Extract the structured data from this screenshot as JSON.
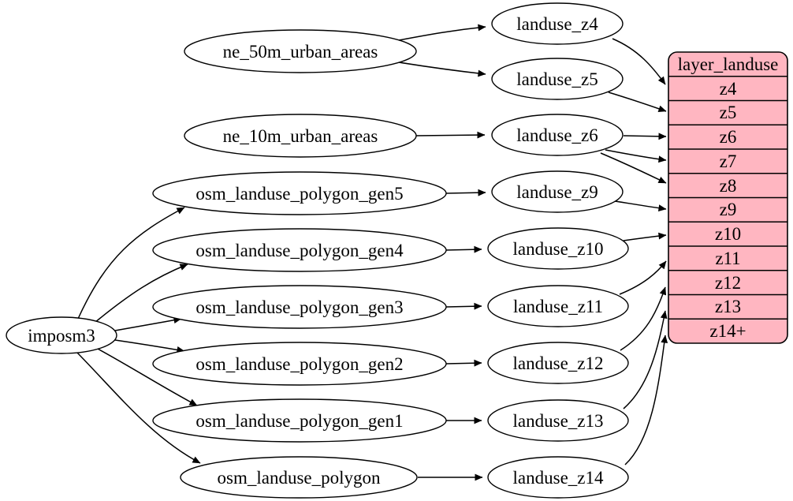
{
  "diagram": {
    "type": "graphviz-dependency-graph",
    "background_color": "#ffffff",
    "node_fill": "#ffffff",
    "node_stroke": "#000000",
    "record_fill": "#ffb6c1",
    "edge_color": "#000000",
    "text_color": "#000000"
  },
  "nodes": {
    "imposm3": {
      "label": "imposm3"
    },
    "ne_50m_urban_areas": {
      "label": "ne_50m_urban_areas"
    },
    "ne_10m_urban_areas": {
      "label": "ne_10m_urban_areas"
    },
    "osm_landuse_polygon_gen5": {
      "label": "osm_landuse_polygon_gen5"
    },
    "osm_landuse_polygon_gen4": {
      "label": "osm_landuse_polygon_gen4"
    },
    "osm_landuse_polygon_gen3": {
      "label": "osm_landuse_polygon_gen3"
    },
    "osm_landuse_polygon_gen2": {
      "label": "osm_landuse_polygon_gen2"
    },
    "osm_landuse_polygon_gen1": {
      "label": "osm_landuse_polygon_gen1"
    },
    "osm_landuse_polygon": {
      "label": "osm_landuse_polygon"
    },
    "landuse_z4": {
      "label": "landuse_z4"
    },
    "landuse_z5": {
      "label": "landuse_z5"
    },
    "landuse_z6": {
      "label": "landuse_z6"
    },
    "landuse_z9": {
      "label": "landuse_z9"
    },
    "landuse_z10": {
      "label": "landuse_z10"
    },
    "landuse_z11": {
      "label": "landuse_z11"
    },
    "landuse_z12": {
      "label": "landuse_z12"
    },
    "landuse_z13": {
      "label": "landuse_z13"
    },
    "landuse_z14": {
      "label": "landuse_z14"
    }
  },
  "record": {
    "title": "layer_landuse",
    "rows": [
      "z4",
      "z5",
      "z6",
      "z7",
      "z8",
      "z9",
      "z10",
      "z11",
      "z12",
      "z13",
      "z14+"
    ]
  },
  "edges": [
    {
      "from": "imposm3",
      "to": "osm_landuse_polygon_gen5"
    },
    {
      "from": "imposm3",
      "to": "osm_landuse_polygon_gen4"
    },
    {
      "from": "imposm3",
      "to": "osm_landuse_polygon_gen3"
    },
    {
      "from": "imposm3",
      "to": "osm_landuse_polygon_gen2"
    },
    {
      "from": "imposm3",
      "to": "osm_landuse_polygon_gen1"
    },
    {
      "from": "imposm3",
      "to": "osm_landuse_polygon"
    },
    {
      "from": "ne_50m_urban_areas",
      "to": "landuse_z4"
    },
    {
      "from": "ne_50m_urban_areas",
      "to": "landuse_z5"
    },
    {
      "from": "ne_10m_urban_areas",
      "to": "landuse_z6"
    },
    {
      "from": "osm_landuse_polygon_gen5",
      "to": "landuse_z9"
    },
    {
      "from": "osm_landuse_polygon_gen4",
      "to": "landuse_z10"
    },
    {
      "from": "osm_landuse_polygon_gen3",
      "to": "landuse_z11"
    },
    {
      "from": "osm_landuse_polygon_gen2",
      "to": "landuse_z12"
    },
    {
      "from": "osm_landuse_polygon_gen1",
      "to": "landuse_z13"
    },
    {
      "from": "osm_landuse_polygon",
      "to": "landuse_z14"
    },
    {
      "from": "landuse_z4",
      "to": "layer_landuse.z4"
    },
    {
      "from": "landuse_z5",
      "to": "layer_landuse.z5"
    },
    {
      "from": "landuse_z6",
      "to": "layer_landuse.z6"
    },
    {
      "from": "landuse_z6",
      "to": "layer_landuse.z7"
    },
    {
      "from": "landuse_z6",
      "to": "layer_landuse.z8"
    },
    {
      "from": "landuse_z9",
      "to": "layer_landuse.z9"
    },
    {
      "from": "landuse_z10",
      "to": "layer_landuse.z10"
    },
    {
      "from": "landuse_z11",
      "to": "layer_landuse.z11"
    },
    {
      "from": "landuse_z12",
      "to": "layer_landuse.z12"
    },
    {
      "from": "landuse_z13",
      "to": "layer_landuse.z13"
    },
    {
      "from": "landuse_z14",
      "to": "layer_landuse.z14+"
    }
  ]
}
